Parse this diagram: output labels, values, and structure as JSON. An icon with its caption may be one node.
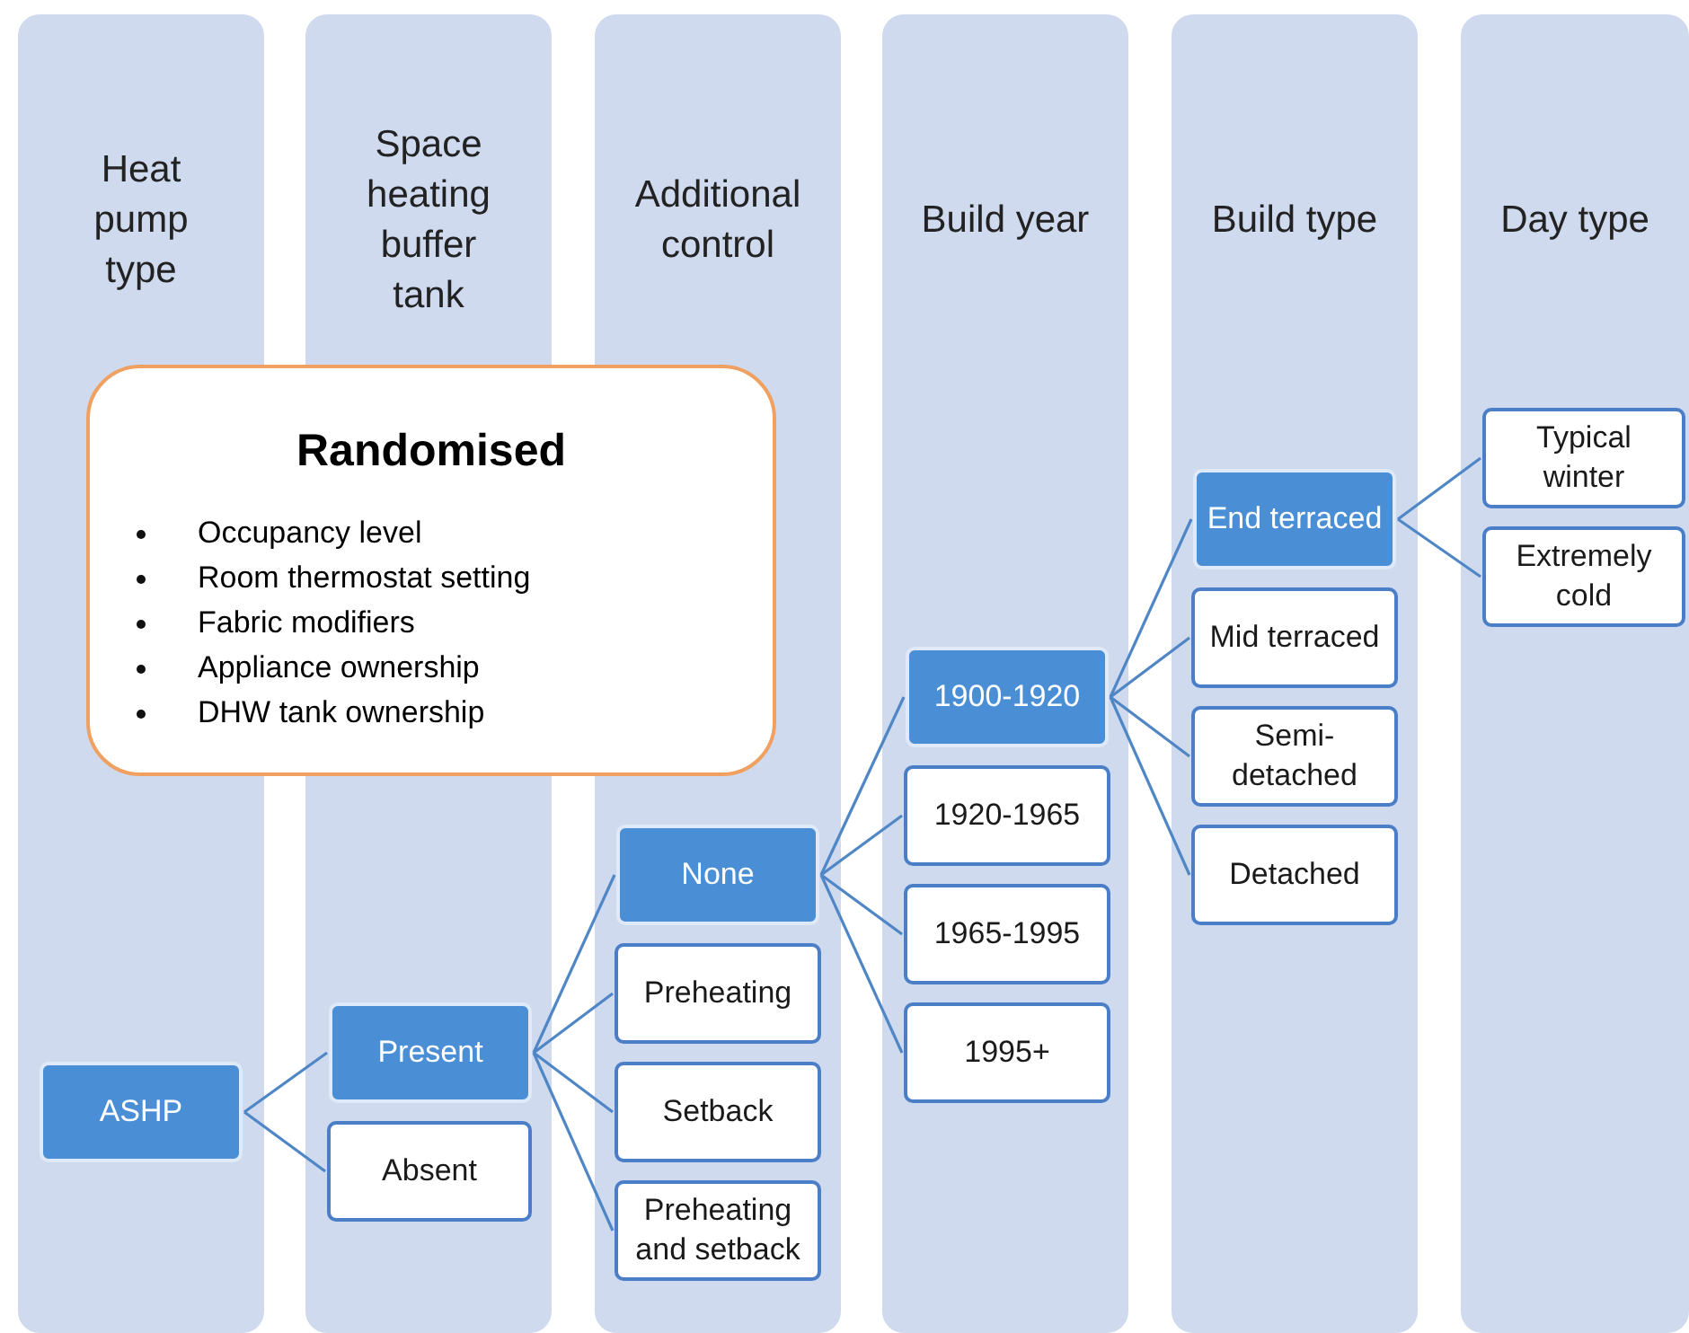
{
  "diagram": {
    "nodes": [
      {
        "text": [
          "Heat pump type"
        ]
      },
      {
        "text": [
          "Space heating buffer tank"
        ]
      },
      {
        "text": [
          "Additional control"
        ]
      },
      {
        "text": [
          "Build year"
        ]
      },
      {
        "text": [
          "Build type"
        ]
      },
      {
        "text": [
          "Day type"
        ]
      },
      {
        "text": [
          "Randomised",
          "Occupancy level",
          "Room thermostat setting",
          "Fabric modifiers",
          "Appliance ownership",
          "DHW tank ownership"
        ]
      },
      {
        "text": [
          "ASHP"
        ],
        "in": 0
      },
      {
        "text": [
          "Present"
        ],
        "in": 1
      },
      {
        "text": [
          "Absent"
        ],
        "in": 1
      },
      {
        "text": [
          "None"
        ],
        "in": 2
      },
      {
        "text": [
          "Preheating"
        ],
        "in": 2
      },
      {
        "text": [
          "Setback"
        ],
        "in": 2
      },
      {
        "text": [
          "Preheating and setback"
        ],
        "in": 2
      },
      {
        "text": [
          "1900-1920"
        ],
        "in": 3
      },
      {
        "text": [
          "1920-1965"
        ],
        "in": 3
      },
      {
        "text": [
          "1965-1995"
        ],
        "in": 3
      },
      {
        "text": [
          "1995+"
        ],
        "in": 3
      },
      {
        "text": [
          "End terraced"
        ],
        "in": 4
      },
      {
        "text": [
          "Mid terraced"
        ],
        "in": 4
      },
      {
        "text": [
          "Semi-detached"
        ],
        "in": 4
      },
      {
        "text": [
          "Detached"
        ],
        "in": 4
      },
      {
        "text": [
          "Typical winter"
        ],
        "in": 5
      },
      {
        "text": [
          "Extremely cold"
        ],
        "in": 5
      }
    ],
    "edges": [
      {
        "from": 7,
        "to": 8,
        "arrow": "none"
      },
      {
        "from": 7,
        "to": 9,
        "arrow": "none"
      },
      {
        "from": 8,
        "to": 10,
        "arrow": "none"
      },
      {
        "from": 8,
        "to": 11,
        "arrow": "none"
      },
      {
        "from": 8,
        "to": 12,
        "arrow": "none"
      },
      {
        "from": 8,
        "to": 13,
        "arrow": "none"
      },
      {
        "from": 10,
        "to": 14,
        "arrow": "none"
      },
      {
        "from": 10,
        "to": 15,
        "arrow": "none"
      },
      {
        "from": 10,
        "to": 16,
        "arrow": "none"
      },
      {
        "from": 10,
        "to": 17,
        "arrow": "none"
      },
      {
        "from": 14,
        "to": 18,
        "arrow": "none"
      },
      {
        "from": 14,
        "to": 19,
        "arrow": "none"
      },
      {
        "from": 14,
        "to": 20,
        "arrow": "none"
      },
      {
        "from": 14,
        "to": 21,
        "arrow": "none"
      },
      {
        "from": 18,
        "to": 22,
        "arrow": "none"
      },
      {
        "from": 18,
        "to": 23,
        "arrow": "none"
      }
    ]
  }
}
